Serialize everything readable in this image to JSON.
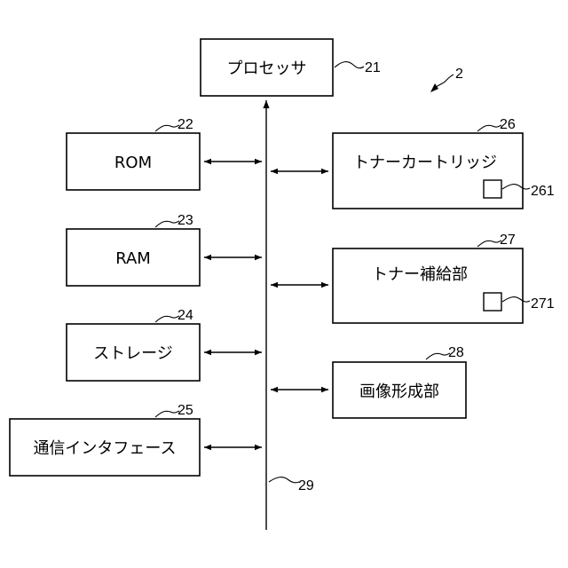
{
  "figure": {
    "ref": "2",
    "bus_ref": "29",
    "blocks": {
      "processor": {
        "label": "プロセッサ",
        "ref": "21"
      },
      "rom": {
        "label": "ROM",
        "ref": "22"
      },
      "ram": {
        "label": "RAM",
        "ref": "23"
      },
      "storage": {
        "label": "ストレージ",
        "ref": "24"
      },
      "comm": {
        "label": "通信インタフェース",
        "ref": "25"
      },
      "toner_cartridge": {
        "label": "トナーカートリッジ",
        "ref": "26",
        "sub_ref": "261"
      },
      "toner_supply": {
        "label": "トナー補給部",
        "ref": "27",
        "sub_ref": "271"
      },
      "image_forming": {
        "label": "画像形成部",
        "ref": "28"
      }
    }
  }
}
